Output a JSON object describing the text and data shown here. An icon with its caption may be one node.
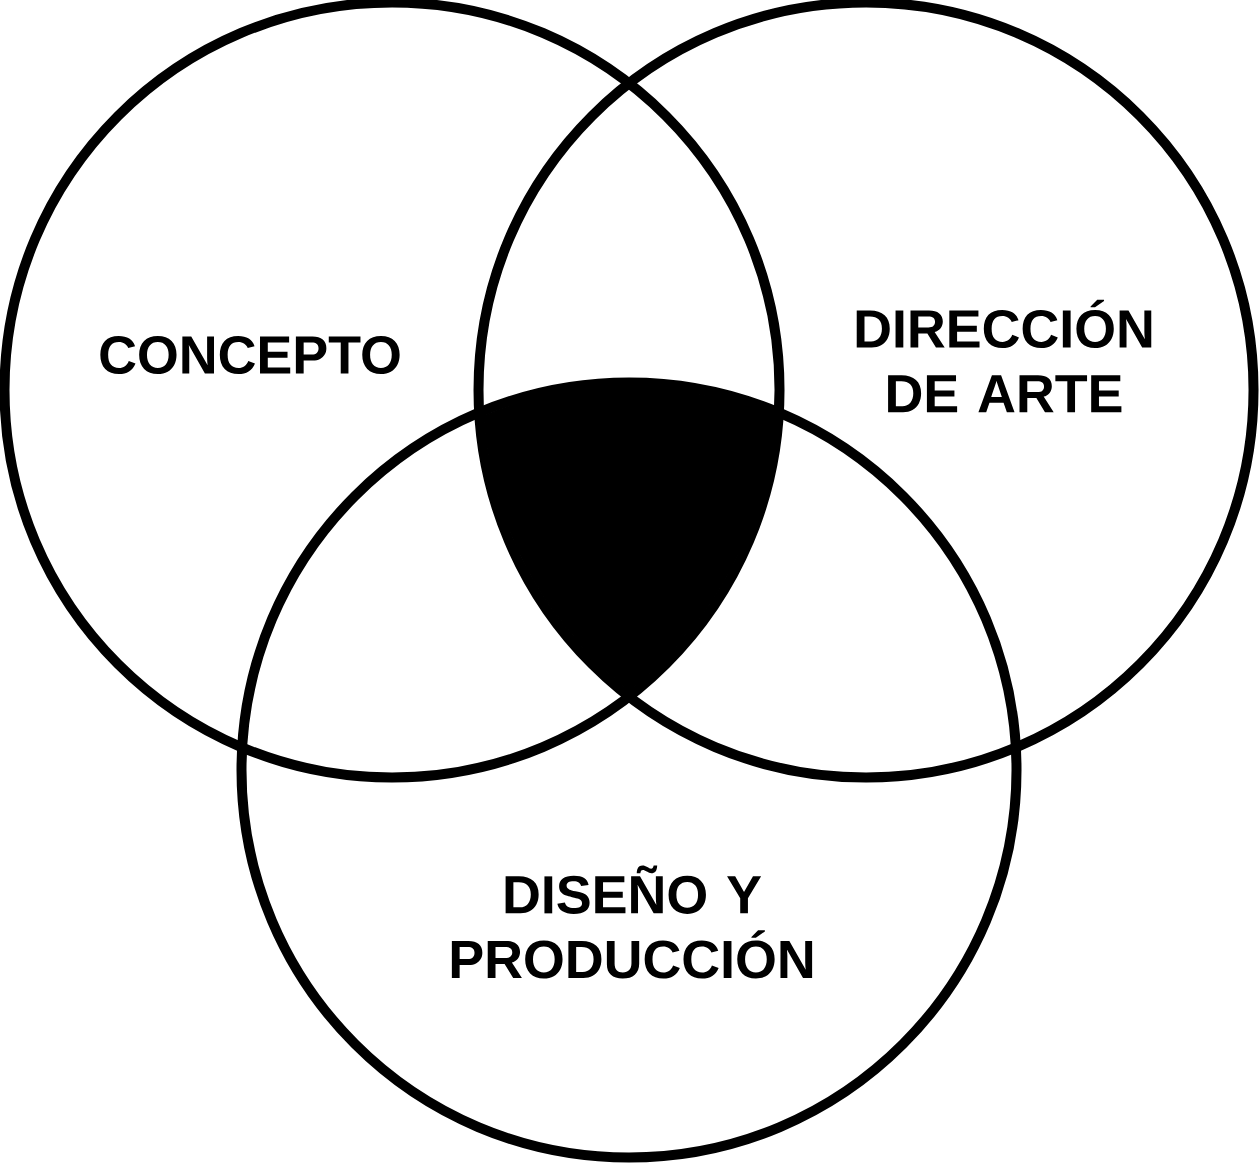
{
  "diagram": {
    "nodes": [
      {
        "text": [
          "CONCEPTO"
        ]
      },
      {
        "text": [
          "DIRECCIÓN DE ARTE"
        ]
      },
      {
        "text": [
          "DISEÑO Y PRODUCCIÓN"
        ]
      },
      {
        "text": [],
        "shape": "triangle"
      }
    ]
  }
}
